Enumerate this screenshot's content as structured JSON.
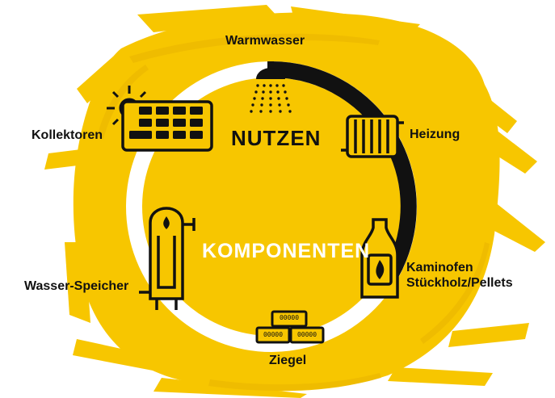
{
  "center": {
    "nutzen": "NUTZEN",
    "komponenten": "KOMPONENTEN"
  },
  "labels": {
    "warmwasser": "Warmwasser",
    "heizung": "Heizung",
    "kollektoren": "Kollektoren",
    "kaminofen_line1": "Kaminofen",
    "kaminofen_line2": "Stückholz/Pellets",
    "wasser_speicher": "Wasser-Speicher",
    "ziegel": "Ziegel"
  },
  "brick_text": "00000",
  "icons": {
    "warmwasser": "shower-icon",
    "heizung": "radiator-icon",
    "kollektoren": "solar-collector-icon",
    "kaminofen": "stove-icon",
    "wasser_speicher": "water-tank-icon",
    "ziegel": "bricks-icon"
  },
  "colors": {
    "yellow": "#F7C600",
    "yellow_dark": "#E9B400",
    "ring_white": "#ffffff",
    "ring_black": "#111111",
    "nutzen_text": "#111111",
    "komponenten_text": "#ffffff"
  }
}
